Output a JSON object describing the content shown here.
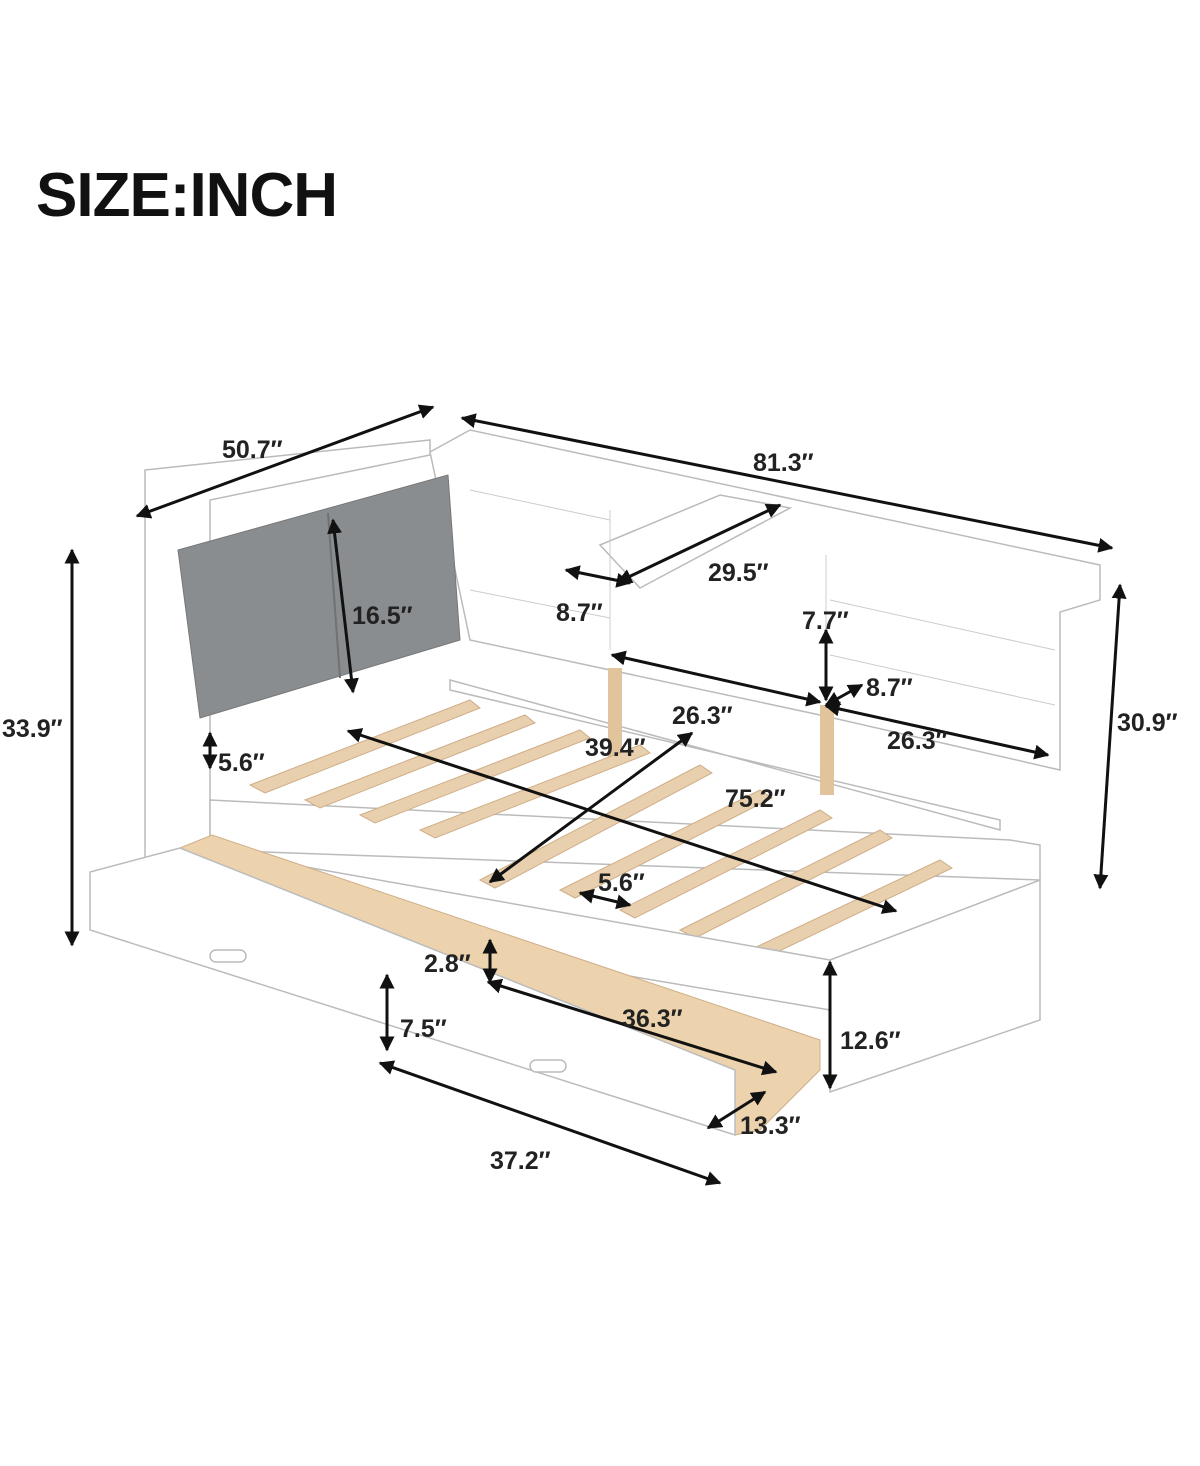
{
  "title": "SIZE:INCH",
  "colors": {
    "frame": "#ffffff",
    "cushion": "#8a8d90",
    "wood": "#e8cfae",
    "dimension_lines": "#111111"
  },
  "dimensions": {
    "width_overall": "50.7″",
    "length_overall": "81.3″",
    "height_headboard": "33.9″",
    "height_back": "30.9″",
    "cushion_height": "16.5″",
    "shelf_top_length": "29.5″",
    "shelf_top_depth": "8.7″",
    "shelf_height": "7.7″",
    "shelf_depth": "8.7″",
    "shelf_left_length": "26.3″",
    "shelf_right_length": "26.3″",
    "mattress_width": "39.4″",
    "side_rail_gap": "5.6″",
    "mattress_length": "75.2″",
    "slat_gap": "5.6″",
    "drawer_inner_height": "2.8″",
    "drawer_inner_length": "36.3″",
    "drawer_height": "7.5″",
    "footboard_height": "12.6″",
    "drawer_depth": "13.3″",
    "drawer_length": "37.2″"
  }
}
